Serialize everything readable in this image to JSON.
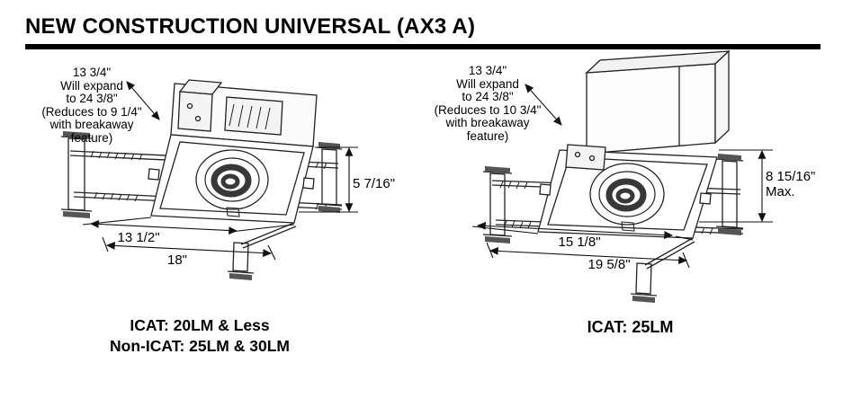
{
  "title": "NEW CONSTRUCTION UNIVERSAL (AX3 A)",
  "figures": {
    "left": {
      "expansion_note": [
        "13 3/4\"",
        "Will expand",
        "to 24 3/8\"",
        "(Reduces to 9 1/4\"",
        "with breakaway",
        "feature)"
      ],
      "height_dim": "5 7/16\"",
      "pan_width_dim": "13 1/2\"",
      "frame_width_dim": "18\"",
      "caption_line1": "ICAT: 20LM & Less",
      "caption_line2": "Non-ICAT: 25LM & 30LM"
    },
    "right": {
      "expansion_note": [
        "13 3/4\"",
        "Will expand",
        "to 24 3/8\"",
        "(Reduces to 10 3/4\"",
        "with breakaway",
        "feature)"
      ],
      "height_dim": "8 15/16\"",
      "height_dim_suffix": "Max.",
      "pan_width_dim": "15 1/8\"",
      "frame_width_dim": "19 5/8\"",
      "caption_line1": "ICAT: 25LM"
    }
  },
  "colors": {
    "line": "#222222",
    "dim_line": "#111111",
    "rule": "#000000"
  }
}
